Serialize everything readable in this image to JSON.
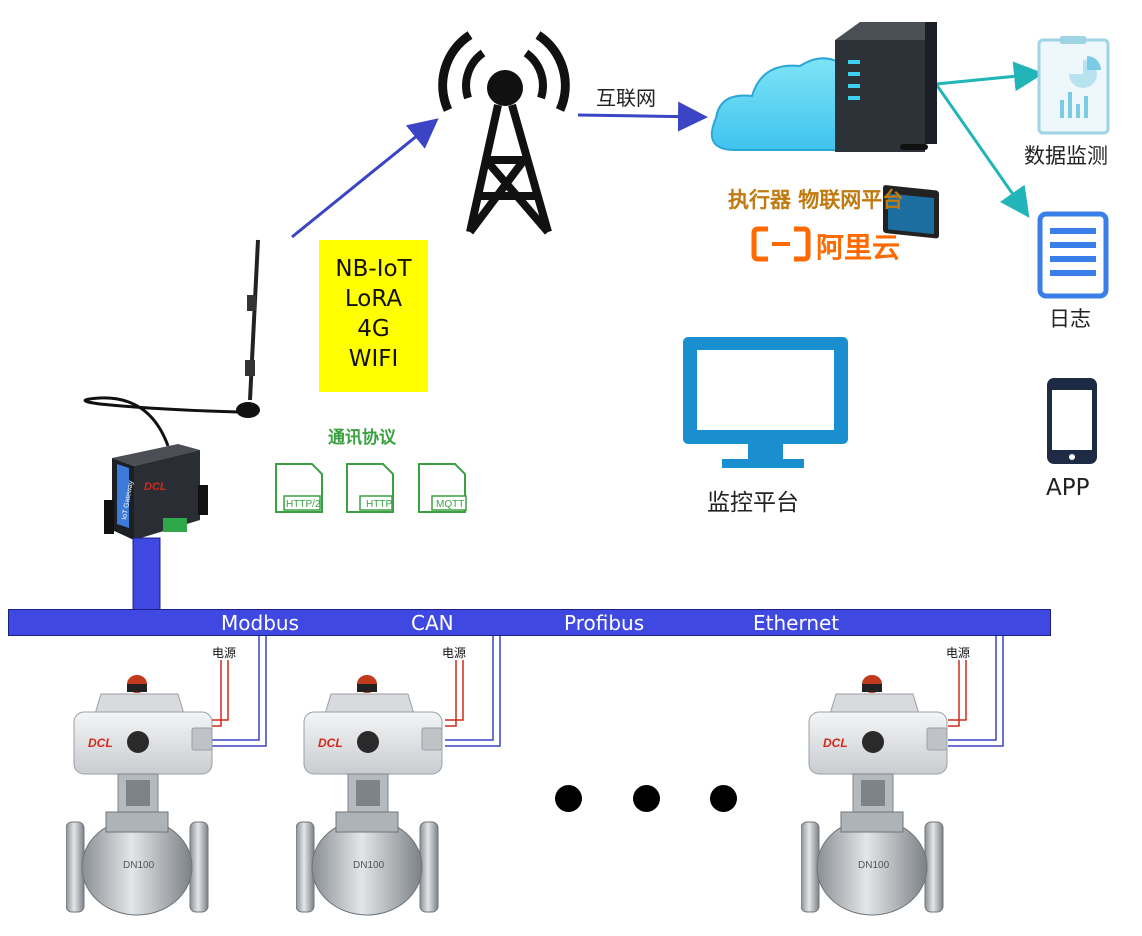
{
  "links": {
    "internet_label": "互联网"
  },
  "protocols": {
    "items": [
      "NB-IoT",
      "LoRA",
      "4G",
      "WIFI"
    ]
  },
  "comm": {
    "title": "通讯协议",
    "icons": [
      {
        "name": "http2-file-icon",
        "label": "HTTP/2"
      },
      {
        "name": "http-file-icon",
        "label": "HTTP"
      },
      {
        "name": "mqtt-file-icon",
        "label": "MQTT"
      }
    ]
  },
  "platform": {
    "title": "执行器 物联网平台",
    "brand": "阿里云"
  },
  "monitor": {
    "label": "监控平台"
  },
  "right_panel": {
    "data_label": "数据监测",
    "log_label": "日志",
    "app_label": "APP"
  },
  "bus": {
    "labels": [
      "Modbus",
      "CAN",
      "Profibus",
      "Ethernet"
    ]
  },
  "valves": {
    "power_label": "电源",
    "brand": "DCL",
    "body_mark": "DN100"
  },
  "gateway": {
    "brand": "DCL",
    "side_text": "IoT Gateway"
  },
  "colors": {
    "bus": "#3f48e0",
    "arrow": "#3a44c4",
    "teal": "#21b5b8",
    "monitor": "#1a8fd0",
    "brand": "#ff6a00",
    "platform_title": "#c07a10",
    "comm_green": "#3aa040",
    "proto_bg": "#ffff00"
  }
}
